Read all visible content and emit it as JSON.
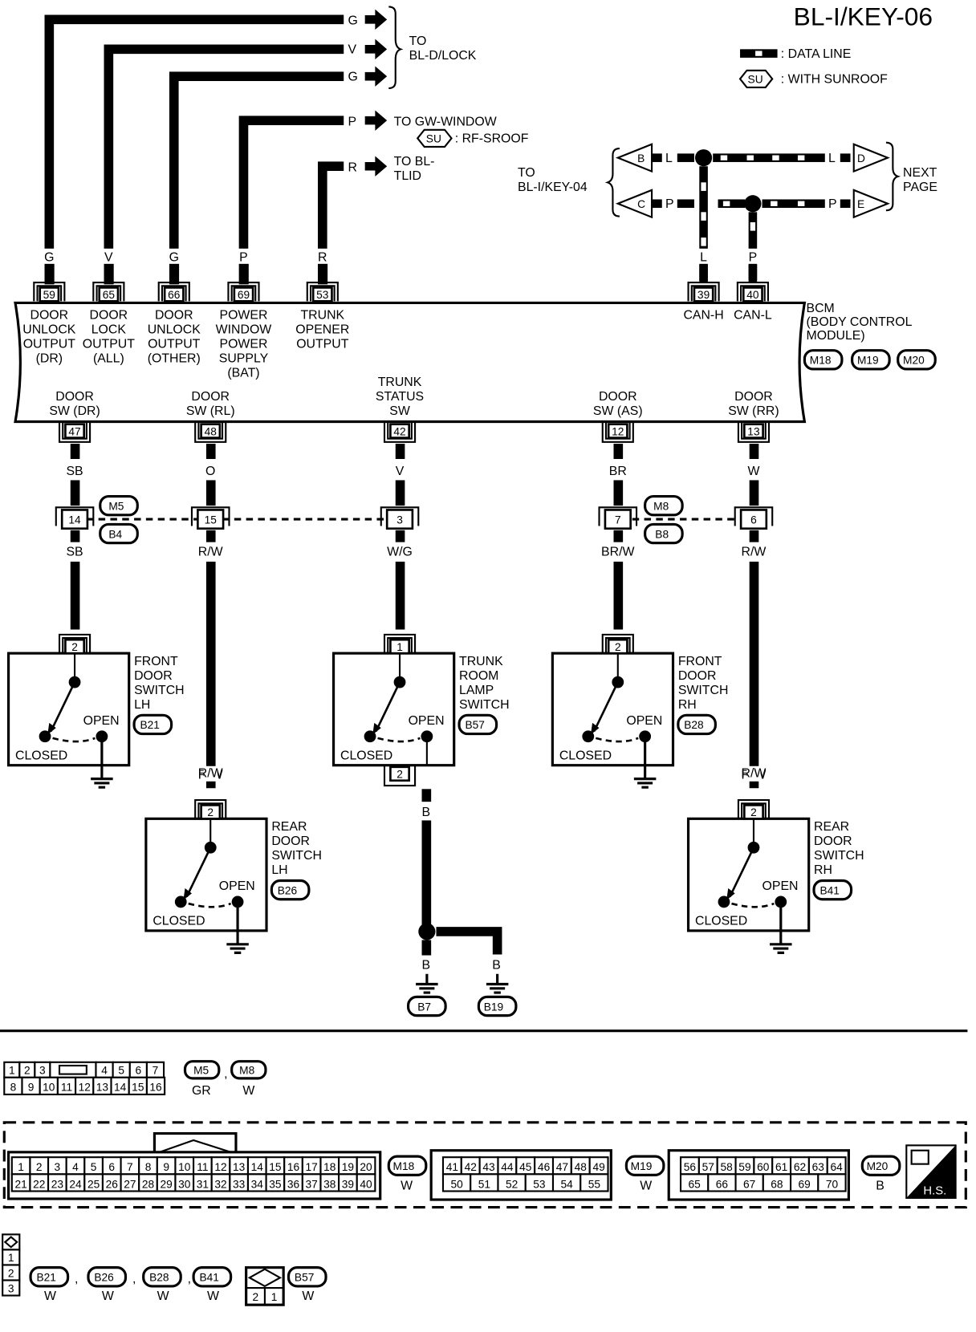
{
  "title": "BL-I/KEY-06",
  "legend": {
    "data_line": ": DATA LINE",
    "sunroof_badge": "SU",
    "sunroof_label": ": WITH SUNROOF"
  },
  "top_outputs": {
    "to_dlock": "TO",
    "to_dlock2": "BL-D/LOCK",
    "to_gw": "TO GW-WINDOW",
    "su_badge": "SU",
    "su_alt": ": RF-SROOF",
    "to_tlid": "TO BL-",
    "to_tlid2": "TLID",
    "arrows": [
      {
        "color": "G"
      },
      {
        "color": "V"
      },
      {
        "color": "G"
      },
      {
        "color": "P"
      },
      {
        "color": "R"
      }
    ]
  },
  "can": {
    "to_key04": "TO",
    "to_key04_2": "BL-I/KEY-04",
    "next": "NEXT",
    "next2": "PAGE",
    "b": "B",
    "c": "C",
    "d": "D",
    "e": "E",
    "l": "L",
    "p": "P"
  },
  "bcm": {
    "name": "BCM",
    "full1": "(BODY CONTROL",
    "full2": "MODULE)",
    "connectors": [
      "M18",
      "M19",
      "M20"
    ],
    "top_pins": [
      {
        "pin": "59",
        "wire": "G",
        "label": [
          "DOOR",
          "UNLOCK",
          "OUTPUT",
          "(DR)"
        ]
      },
      {
        "pin": "65",
        "wire": "V",
        "label": [
          "DOOR",
          "LOCK",
          "OUTPUT",
          "(ALL)"
        ]
      },
      {
        "pin": "66",
        "wire": "G",
        "label": [
          "DOOR",
          "UNLOCK",
          "OUTPUT",
          "(OTHER)"
        ]
      },
      {
        "pin": "69",
        "wire": "P",
        "label": [
          "POWER",
          "WINDOW",
          "POWER",
          "SUPPLY",
          "(BAT)"
        ]
      },
      {
        "pin": "53",
        "wire": "R",
        "label": [
          "TRUNK",
          "OPENER",
          "OUTPUT"
        ]
      },
      {
        "pin": "39",
        "wire": "L",
        "label": [
          "CAN-H"
        ]
      },
      {
        "pin": "40",
        "wire": "P",
        "label": [
          "CAN-L"
        ]
      }
    ],
    "bottom_pins": [
      {
        "pin": "47",
        "label": [
          "DOOR",
          "SW (DR)"
        ],
        "wire_in": "SB",
        "joint": "14",
        "wire_out": "SB"
      },
      {
        "pin": "48",
        "label": [
          "DOOR",
          "SW (RL)"
        ],
        "wire_in": "O",
        "joint": "15",
        "wire_out": "R/W"
      },
      {
        "pin": "42",
        "label": [
          "TRUNK",
          "STATUS",
          "SW"
        ],
        "wire_in": "V",
        "joint": "3",
        "wire_out": "W/G"
      },
      {
        "pin": "12",
        "label": [
          "DOOR",
          "SW (AS)"
        ],
        "wire_in": "BR",
        "joint": "7",
        "wire_out": "BR/W"
      },
      {
        "pin": "13",
        "label": [
          "DOOR",
          "SW (RR)"
        ],
        "wire_in": "W",
        "joint": "6",
        "wire_out": "R/W"
      }
    ]
  },
  "joints": {
    "m5": "M5",
    "b4": "B4",
    "m8": "M8",
    "b8": "B8"
  },
  "switches": [
    {
      "pin": "2",
      "name": [
        "FRONT",
        "DOOR",
        "SWITCH",
        "LH"
      ],
      "conn": "B21"
    },
    {
      "pin": "1",
      "name": [
        "TRUNK",
        "ROOM",
        "LAMP",
        "SWITCH"
      ],
      "conn": "B57",
      "pin_out": "2",
      "wire_out": "B"
    },
    {
      "pin": "2",
      "name": [
        "FRONT",
        "DOOR",
        "SWITCH",
        "RH"
      ],
      "conn": "B28"
    },
    {
      "pin": "2",
      "name": [
        "REAR",
        "DOOR",
        "SWITCH",
        "LH"
      ],
      "conn": "B26",
      "wire_in": "R/W"
    },
    {
      "pin": "2",
      "name": [
        "REAR",
        "DOOR",
        "SWITCH",
        "RH"
      ],
      "conn": "B41",
      "wire_in": "R/W"
    }
  ],
  "switch_states": {
    "open": "OPEN",
    "closed": "CLOSED"
  },
  "grounds": {
    "b7": "B7",
    "b19": "B19",
    "wire": "B"
  },
  "connector_views": {
    "m5m8": {
      "row1": [
        "1",
        "2",
        "3",
        "",
        "4",
        "5",
        "6",
        "7"
      ],
      "row2": [
        "8",
        "9",
        "10",
        "11",
        "12",
        "13",
        "14",
        "15",
        "16"
      ],
      "ids": [
        "M5",
        "M8"
      ],
      "colors": [
        "GR",
        "W"
      ]
    },
    "m18": {
      "id": "M18",
      "color": "W",
      "row1": [
        "1",
        "2",
        "3",
        "4",
        "5",
        "6",
        "7",
        "8",
        "9",
        "10",
        "11",
        "12",
        "13",
        "14",
        "15",
        "16",
        "17",
        "18",
        "19",
        "20"
      ],
      "row2": [
        "21",
        "22",
        "23",
        "24",
        "25",
        "26",
        "27",
        "28",
        "29",
        "30",
        "31",
        "32",
        "33",
        "34",
        "35",
        "36",
        "37",
        "38",
        "39",
        "40"
      ]
    },
    "m19": {
      "id": "M19",
      "color": "W",
      "row1": [
        "41",
        "42",
        "43",
        "44",
        "45",
        "46",
        "47",
        "48",
        "49"
      ],
      "row2": [
        "50",
        "51",
        "52",
        "53",
        "54",
        "55"
      ]
    },
    "m20": {
      "id": "M20",
      "color": "B",
      "row1": [
        "56",
        "57",
        "58",
        "59",
        "60",
        "61",
        "62",
        "63",
        "64"
      ],
      "row2": [
        "65",
        "66",
        "67",
        "68",
        "69",
        "70"
      ]
    },
    "hs": "H.S.",
    "switch_conns": {
      "pins": [
        "1",
        "2",
        "3"
      ],
      "ids": [
        "B21",
        "B26",
        "B28",
        "B41"
      ],
      "colors": [
        "W",
        "W",
        "W",
        "W"
      ],
      "b57": {
        "id": "B57",
        "color": "W",
        "pins": [
          "2",
          "1"
        ]
      }
    }
  }
}
